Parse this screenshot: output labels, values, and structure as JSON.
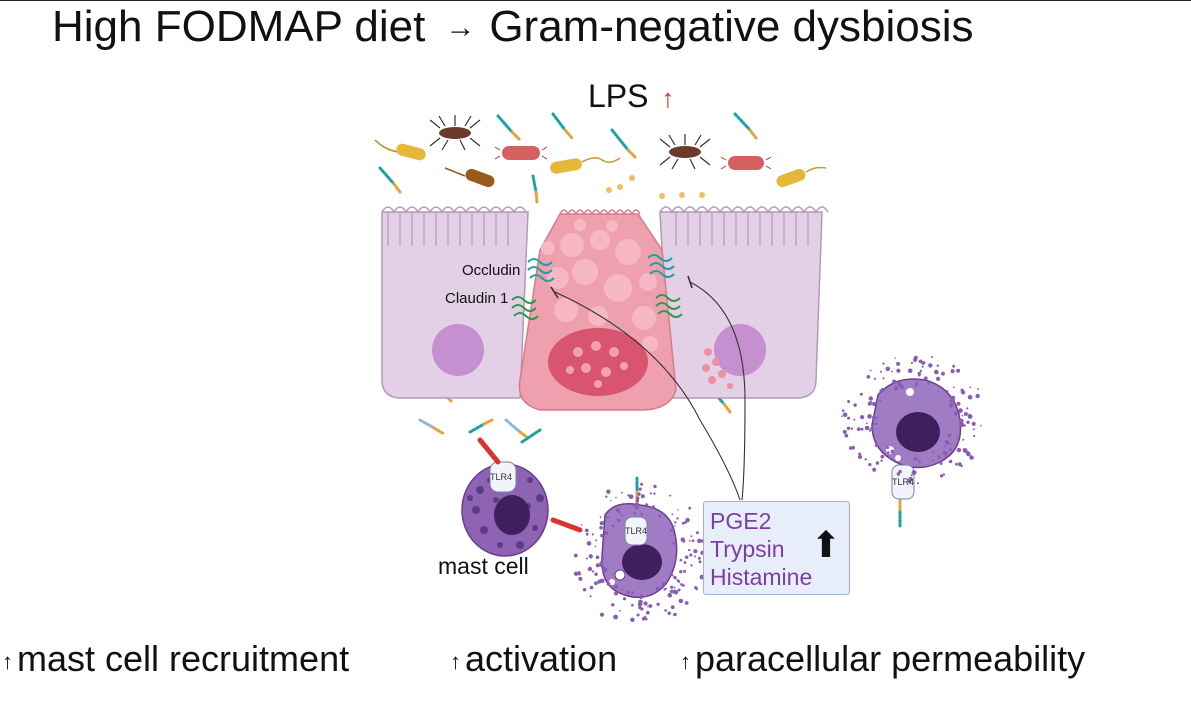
{
  "title": {
    "left": "High FODMAP diet",
    "arrow": "→",
    "right": "Gram-negative dysbiosis"
  },
  "lps": {
    "label": "LPS",
    "arrow": "↑"
  },
  "labels": {
    "occludin": "Occludin",
    "claudin": "Claudin 1",
    "tlr4": "TLR4",
    "mast_cell": "mast cell"
  },
  "mediators": {
    "items": [
      "PGE2",
      "Trypsin",
      "Histamine"
    ],
    "arrow": "⬆"
  },
  "bottom": {
    "effect1": "mast cell recruitment",
    "effect2": "activation",
    "effect3": "paracellular permeability",
    "up_arrow": "↑"
  },
  "colors": {
    "lps_arrow": "#c0392b",
    "mediator_text": "#7b3fa6",
    "mediator_box": "#e8eef9",
    "epithelial_cell": "#e3d0e6",
    "goblet_cell": "#eea0ae",
    "mast_cell": "#8f63b4",
    "nucleus": "#4a2a6a"
  }
}
